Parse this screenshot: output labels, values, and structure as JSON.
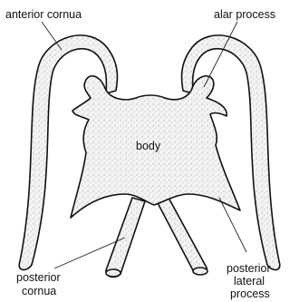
{
  "figure": {
    "labels": {
      "anterior_cornua": "anterior cornua",
      "alar_process": "alar process",
      "body": "body",
      "posterior_cornua_line1": "posterior",
      "posterior_cornua_line2": "cornua",
      "posterior_lateral_line1": "posterior",
      "posterior_lateral_line2": "lateral",
      "posterior_lateral_line3": "process"
    }
  }
}
